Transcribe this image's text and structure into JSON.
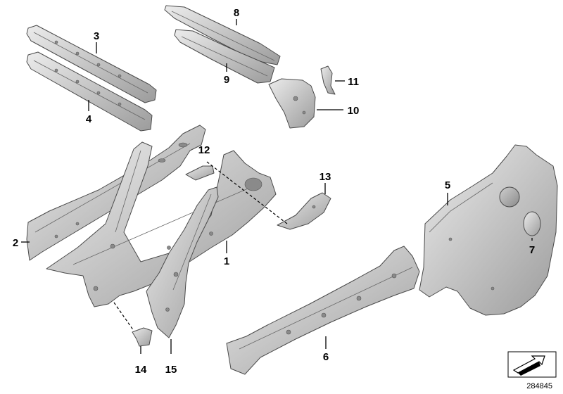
{
  "callouts": [
    "1",
    "2",
    "3",
    "4",
    "5",
    "6",
    "7",
    "8",
    "9",
    "10",
    "11",
    "12",
    "13",
    "14",
    "15"
  ],
  "reference_number": "284845",
  "colors": {
    "metal_light": "#e8e8e8",
    "metal_mid": "#b9b9b9",
    "metal_dark": "#8e8e8e",
    "line": "#000000"
  }
}
